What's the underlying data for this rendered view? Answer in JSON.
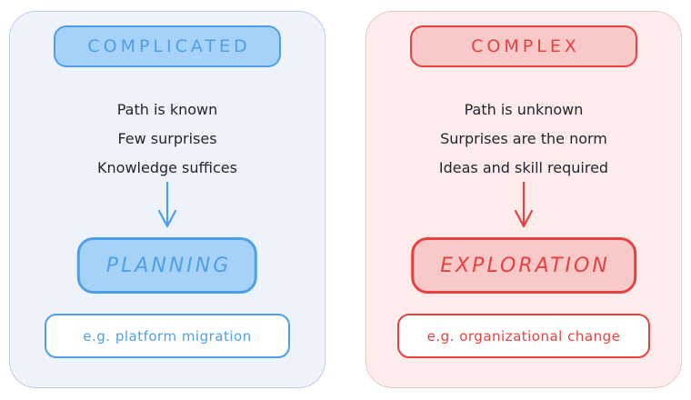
{
  "panels": [
    {
      "id": "complicated",
      "header": "COMPLICATED",
      "lines": [
        "Path is known",
        "Few surprises",
        "Knowledge suffices"
      ],
      "action": "PLANNING",
      "example": "e.g. platform migration",
      "colors": {
        "panel_bg": "#eef2fb",
        "panel_border": "#b9c9ee",
        "badge_bg": "#a6d2f8",
        "accent": "#4e9fe9",
        "text": "#23262e"
      }
    },
    {
      "id": "complex",
      "header": "COMPLEX",
      "lines": [
        "Path is unknown",
        "Surprises are the norm",
        "Ideas and skill required"
      ],
      "action": "EXPLORATION",
      "example": "e.g. organizational change",
      "colors": {
        "panel_bg": "#fdeceb",
        "panel_border": "#f3bebc",
        "badge_bg": "#f8c9c8",
        "accent": "#e8413d",
        "text": "#23262e"
      }
    }
  ]
}
